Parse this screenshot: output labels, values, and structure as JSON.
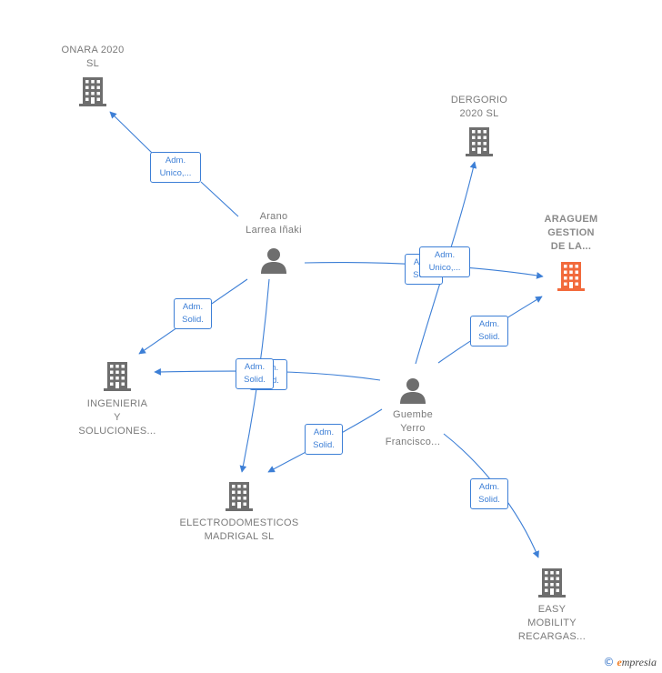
{
  "nodes": {
    "onara": {
      "label": [
        "ONARA 2020",
        "SL"
      ],
      "type": "company"
    },
    "dergorio": {
      "label": [
        "DERGORIO",
        "2020  SL"
      ],
      "type": "company"
    },
    "araguem": {
      "label": [
        "ARAGUEM",
        "GESTION",
        "DE LA..."
      ],
      "type": "company-main"
    },
    "ingenieria": {
      "label": [
        "INGENIERIA",
        "Y",
        "SOLUCIONES..."
      ],
      "type": "company"
    },
    "electro": {
      "label": [
        "ELECTRODOMESTICOS",
        "MADRIGAL SL"
      ],
      "type": "company"
    },
    "easy": {
      "label": [
        "EASY",
        "MOBILITY",
        "RECARGAS..."
      ],
      "type": "company"
    },
    "arano": {
      "label": [
        "Arano",
        "Larrea Iñaki"
      ],
      "type": "person"
    },
    "guembe": {
      "label": [
        "Guembe",
        "Yerro",
        "Francisco..."
      ],
      "type": "person"
    }
  },
  "edges": [
    {
      "id": "arano-onara",
      "label": [
        "Adm.",
        "Unico,..."
      ]
    },
    {
      "id": "arano-ingenieria",
      "label": [
        "Adm.",
        "Solid."
      ]
    },
    {
      "id": "arano-araguem",
      "label": [
        "Adm.",
        "Solid."
      ]
    },
    {
      "id": "arano-electro",
      "label": [
        "Adm.",
        "Solid."
      ]
    },
    {
      "id": "guembe-ingenieria",
      "label": [
        "Adm.",
        "Solid."
      ]
    },
    {
      "id": "guembe-dergorio",
      "label": [
        "Adm.",
        "Unico,..."
      ]
    },
    {
      "id": "guembe-araguem",
      "label": [
        "Adm.",
        "Solid."
      ]
    },
    {
      "id": "guembe-electro",
      "label": [
        "Adm.",
        "Solid."
      ]
    },
    {
      "id": "guembe-easy",
      "label": [
        "Adm.",
        "Solid."
      ]
    }
  ],
  "colors": {
    "edge": "#3d7fd6",
    "company": "#6e6e6e",
    "company_main": "#f26a3c",
    "person": "#6e6e6e"
  },
  "footer": {
    "copyright": "©",
    "brand_e": "e",
    "brand_rest": "mpresia"
  }
}
